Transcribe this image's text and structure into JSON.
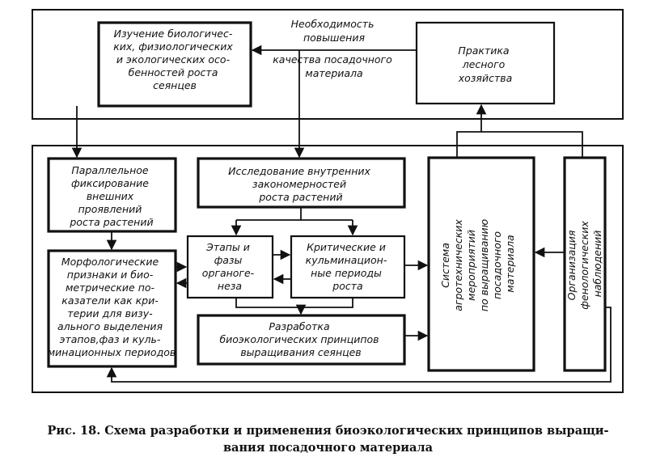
{
  "diagram": {
    "practice": [
      "Практика",
      "лесного",
      "хозяйства"
    ],
    "need_top": [
      "Необходимость",
      "повышения"
    ],
    "need_bottom": [
      "качества посадочного",
      "материала"
    ],
    "study": [
      "Изучение биологичес-",
      "ких, физиологических",
      "и экологических осо-",
      "бенностей роста",
      "сеянцев"
    ],
    "parallel": [
      "Параллельное",
      "фиксирование",
      "внешних",
      "проявлений",
      "роста растений"
    ],
    "research": [
      "Исследование внутренних",
      "закономерностей",
      "роста растений"
    ],
    "morph": [
      "Морфологические",
      "признаки и био-",
      "метрические по-",
      "казатели как кри-",
      "терии для визу-",
      "ального выделения",
      "этапов,фаз и куль-",
      "минационных периодов"
    ],
    "stages": [
      "Этапы и",
      "фазы",
      "органоге-",
      "неза"
    ],
    "critical": [
      "Критические и",
      "кульминацион-",
      "ные периоды",
      "роста"
    ],
    "development": [
      "Разработка",
      "биоэкологических принципов",
      "выращивания сеянцев"
    ],
    "system": [
      "Система",
      "агротехнических",
      "мероприятий",
      "по выращиванию",
      "посадочного",
      "материала"
    ],
    "organization": [
      "Организация",
      "фенологических",
      "наблюдений"
    ]
  },
  "caption": {
    "line1": "Рис. 18. Схема разработки и применения биоэкологических принципов выращи-",
    "line2": "вания посадочного материала"
  }
}
